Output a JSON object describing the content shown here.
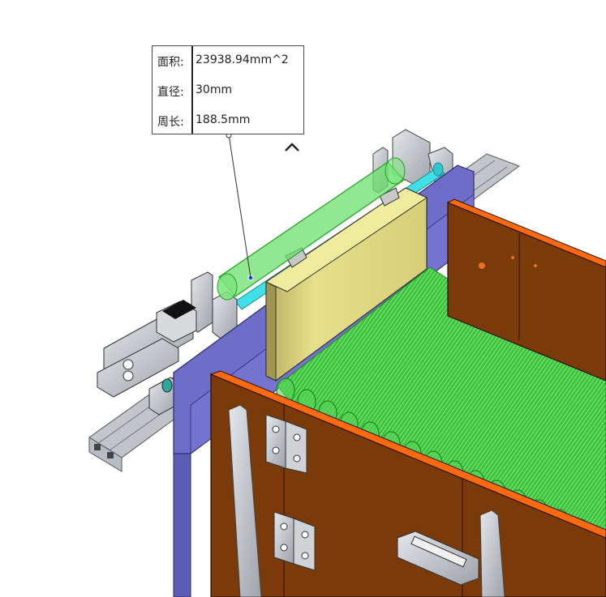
{
  "measurement": {
    "rows": [
      {
        "label": "面积:",
        "value": "23938.94mm^2"
      },
      {
        "label": "直径:",
        "value": "30mm"
      },
      {
        "label": "周长:",
        "value": "188.5mm"
      }
    ],
    "collapse_icon": "chevron-up-icon"
  },
  "colors": {
    "selection_green": "#3ec93e",
    "plate_blue": "#6e6ec8",
    "plate_yellow": "#e2dc86",
    "panel_brown": "#7a3a0a",
    "panel_edge_orange": "#ff6a10",
    "aluminum": "#c8ccd2",
    "cyan_shaft": "#3fe0e8"
  }
}
